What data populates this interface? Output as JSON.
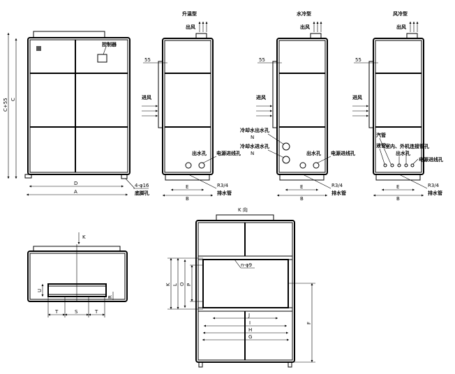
{
  "front_view": {
    "controller": "控制器",
    "dim_c55": "C+55",
    "dim_c": "C",
    "dim_d": "D",
    "dim_a": "A",
    "foot_hole_spec": "4-φ16",
    "foot_hole": "底脚孔"
  },
  "views": [
    {
      "title": "升温型",
      "outlet": "出风",
      "inlet": "进风",
      "dim_55": "55",
      "water_out": "出水孔",
      "power_hole": "电源进线孔",
      "drain_spec": "R3/4",
      "drain": "排水管",
      "dim_e": "E",
      "dim_b": "B"
    },
    {
      "title": "水冷型",
      "outlet": "出风",
      "inlet": "进风",
      "dim_55": "55",
      "cooling_out": "冷却水出水孔",
      "cooling_out_n": "N",
      "cooling_in": "冷却水进水孔",
      "cooling_in_n": "N",
      "water_out": "出水孔",
      "power_hole": "电源进线孔",
      "drain_spec": "R3/4",
      "drain": "排水管",
      "dim_e": "E",
      "dim_b": "B"
    },
    {
      "title": "风冷型",
      "outlet": "出风",
      "inlet": "进风",
      "dim_55": "55",
      "gas_pipe": "汽管",
      "liquid_pipe": "液管",
      "connect_hole": "室内、外机连接管孔",
      "water_out": "出水孔",
      "power_hole": "电源进线孔",
      "drain_spec": "R3/4",
      "drain": "排水管",
      "dim_e": "E",
      "dim_b": "B"
    }
  ],
  "top_view": {
    "k_arrow": "K",
    "dim_u": "U",
    "dim_r": "R",
    "dim_t1": "T",
    "dim_s": "S",
    "dim_t2": "T"
  },
  "k_view": {
    "title": "K 向",
    "holes": "n-φ9",
    "dims": {
      "k": "K",
      "l": "L",
      "o": "O",
      "p": "P",
      "j": "J",
      "i": "I",
      "h": "H",
      "g": "G",
      "f": "F"
    }
  }
}
